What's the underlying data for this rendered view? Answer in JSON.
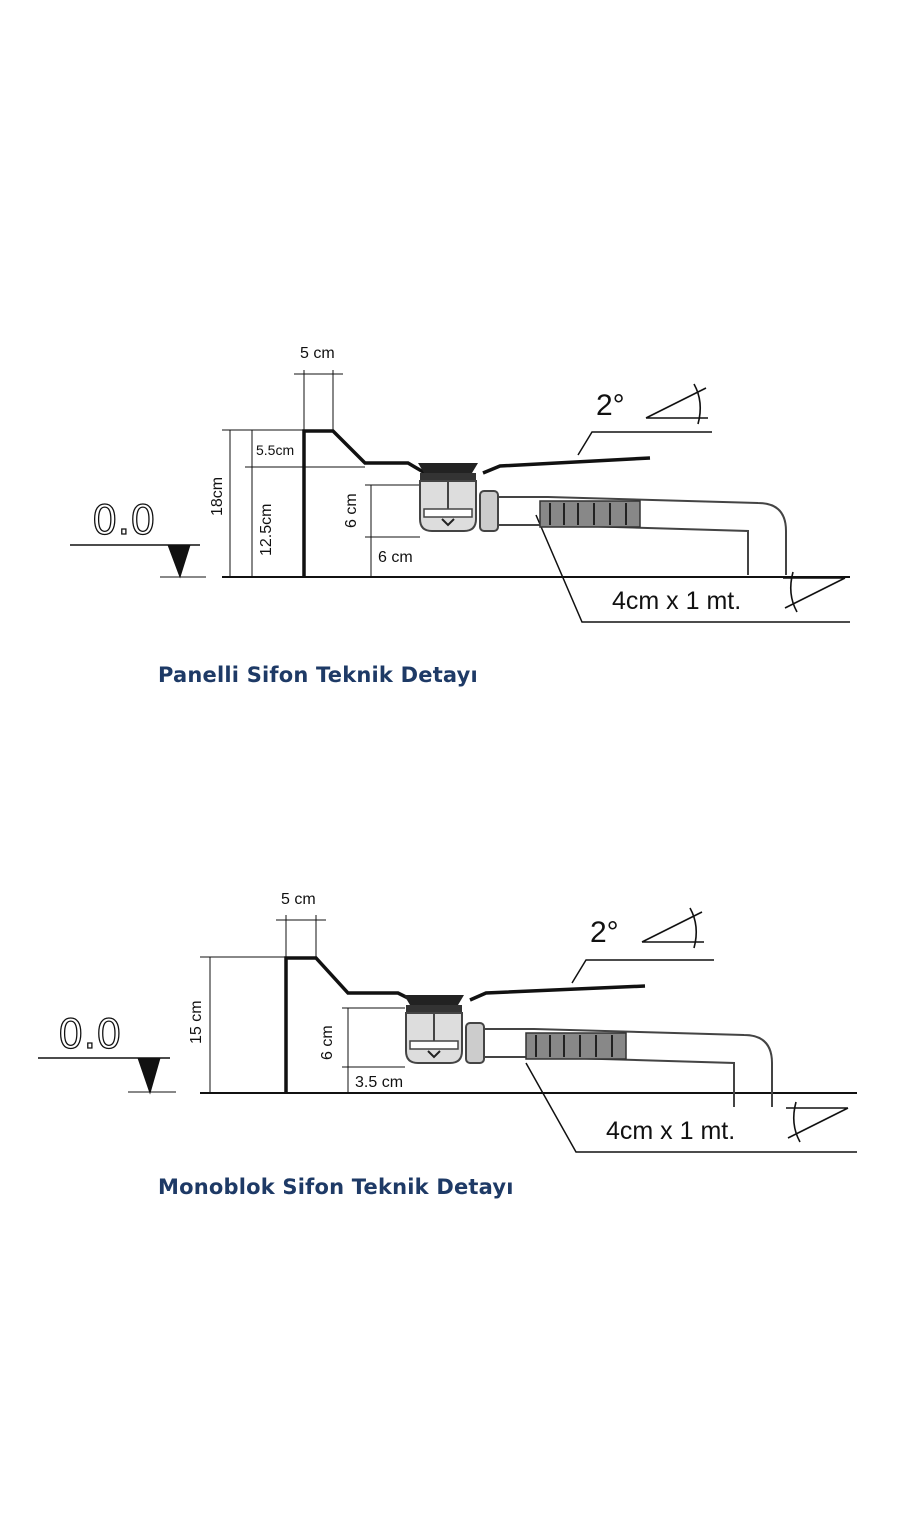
{
  "diagrams": [
    {
      "title": "Panelli Sifon Teknik Detayı",
      "level": "0.0",
      "top_width": "5 cm",
      "total_height": "18cm",
      "rim_height": "5.5cm",
      "base_height": "12.5cm",
      "trap_height": "6 cm",
      "trap_clearance": "6 cm",
      "slope": "2°",
      "pipe": "4cm x 1 mt."
    },
    {
      "title": "Monoblok Sifon Teknik Detayı",
      "level": "0.0",
      "top_width": "5 cm",
      "total_height": "15 cm",
      "trap_height": "6 cm",
      "trap_clearance": "3.5 cm",
      "slope": "2°",
      "pipe": "4cm x 1 mt."
    }
  ],
  "colors": {
    "title": "#1e3a66",
    "line": "#111111"
  }
}
